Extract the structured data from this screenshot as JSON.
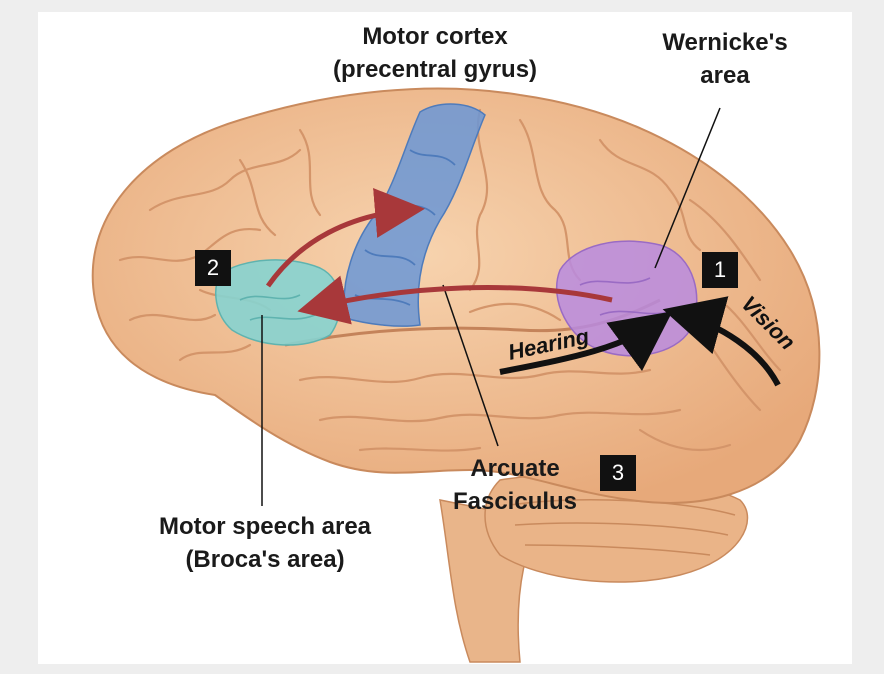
{
  "labels": {
    "motor_cortex": [
      "Motor cortex",
      "(precentral gyrus)"
    ],
    "wernicke": [
      "Wernicke's",
      "area"
    ],
    "broca": [
      "Motor speech area",
      "(Broca's area)"
    ],
    "arcuate": [
      "Arcuate",
      "Fasciculus"
    ],
    "hearing": "Hearing",
    "vision": "Vision"
  },
  "markers": [
    "1",
    "2",
    "3"
  ],
  "colors": {
    "brain": "#f2c49a",
    "brain_fold": "#d99a6c",
    "motor_cortex": "#6a97d6",
    "wernicke": "#b98be0",
    "broca": "#86d3d0",
    "pathway_arrow": "#a8383a",
    "input_arrow": "#111111"
  }
}
